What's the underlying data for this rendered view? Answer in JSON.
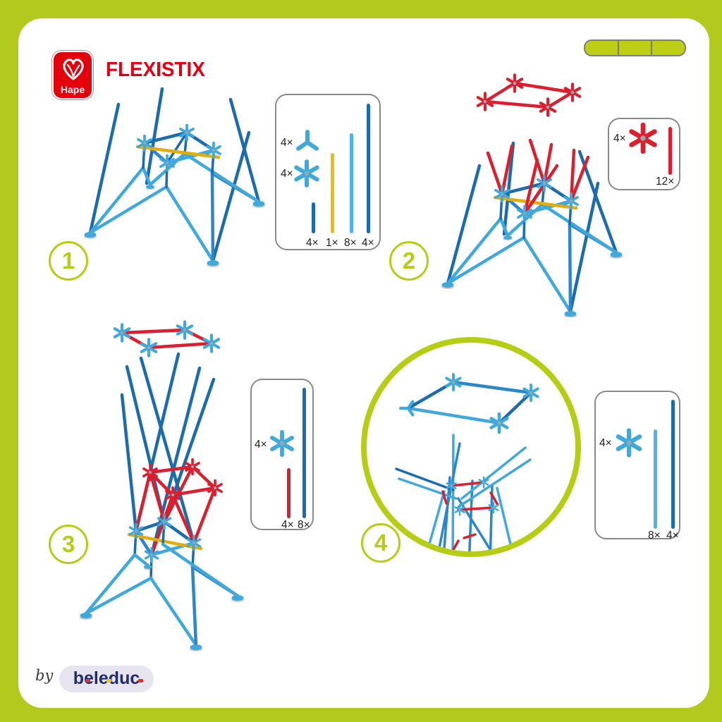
{
  "header": {
    "hape_label": "Hape",
    "title": "FLEXISTIX"
  },
  "progress_bar": {
    "segment_count": 3,
    "fill_color": "#bccf16"
  },
  "steps": {
    "step1": {
      "number": "1",
      "parts": {
        "tripod_connector": {
          "qty": "4×",
          "color": "light-blue"
        },
        "star_connector": {
          "qty": "4×",
          "color": "light-blue"
        },
        "stick_short_dark": {
          "qty": "4×",
          "color": "dark-blue"
        },
        "stick_yellow": {
          "qty": "1×",
          "color": "yellow"
        },
        "stick_light": {
          "qty": "8×",
          "color": "light-blue"
        },
        "stick_dark": {
          "qty": "4×",
          "color": "dark-blue"
        }
      }
    },
    "step2": {
      "number": "2",
      "parts": {
        "star_connector": {
          "qty": "4×",
          "color": "red"
        },
        "stick_red": {
          "qty": "12×",
          "color": "red"
        }
      }
    },
    "step3": {
      "number": "3",
      "parts": {
        "star_connector": {
          "qty": "4×",
          "color": "light-blue"
        },
        "stick_red": {
          "qty": "4×",
          "color": "red"
        },
        "stick_dark": {
          "qty": "8×",
          "color": "dark-blue"
        }
      }
    },
    "step4": {
      "number": "4",
      "parts": {
        "star_connector": {
          "qty": "4×",
          "color": "light-blue"
        },
        "stick_light": {
          "qty": "8×",
          "color": "light-blue"
        },
        "stick_dark": {
          "qty": "4×",
          "color": "dark-blue"
        }
      }
    }
  },
  "footer": {
    "by_label": "by",
    "beleduc_label": "beleduc",
    "beleduc_letters": [
      "b",
      "e",
      "l",
      "e",
      "d",
      "u",
      "c"
    ]
  },
  "colors": {
    "lime": "#b2c91d",
    "red": "#e30015",
    "light_blue": "#3fa9dc",
    "mid_blue": "#2b87c8",
    "dark_blue": "#1b6cab",
    "yellow": "#e2ae0f",
    "beleduc_navy": "#1f2d69"
  }
}
